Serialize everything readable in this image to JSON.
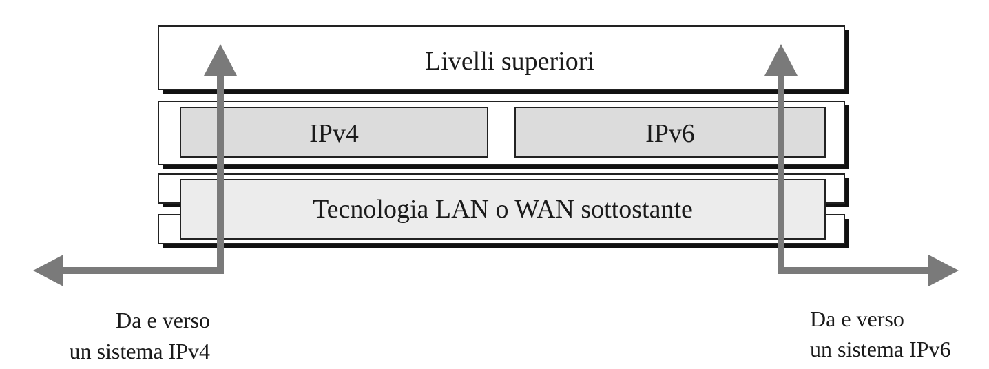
{
  "layers": {
    "upper": {
      "label": "Livelli superiori"
    },
    "ipv4": {
      "label": "IPv4"
    },
    "ipv6": {
      "label": "IPv6"
    },
    "network": {
      "label": "Tecnologia LAN o WAN sottostante"
    }
  },
  "captions": {
    "left": {
      "line1": "Da e verso",
      "line2": "un sistema IPv4"
    },
    "right": {
      "line1": "Da e verso",
      "line2": "un sistema IPv6"
    }
  },
  "colors": {
    "arrow": "#7a7a7a",
    "box_stroke": "#222222",
    "inner_fill": "#dcdcdc",
    "network_fill": "#ececec",
    "shadow": "#111111"
  }
}
